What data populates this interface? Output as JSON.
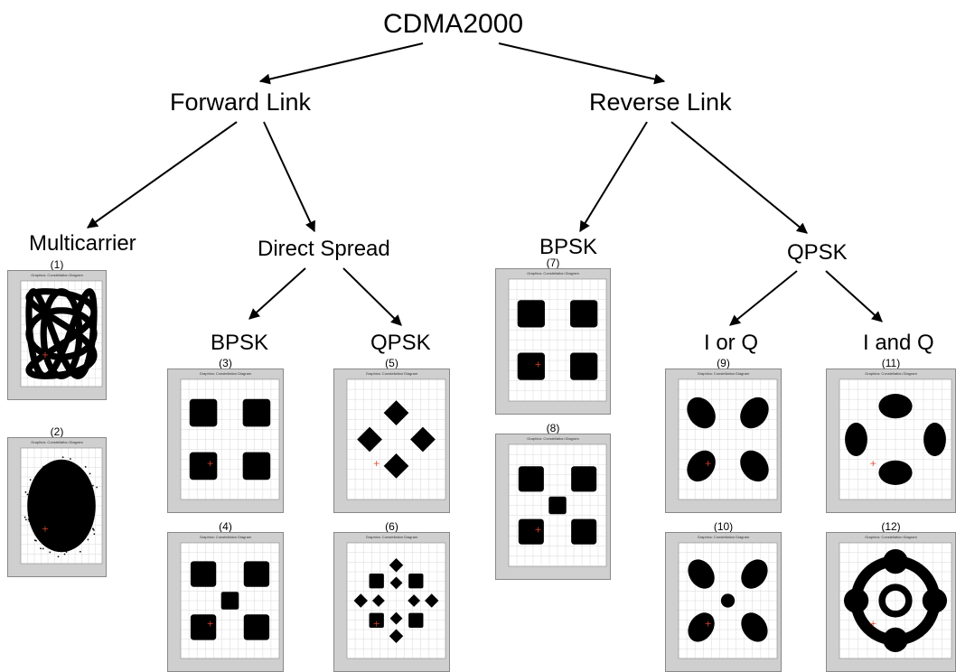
{
  "nodes": {
    "root": "CDMA2000",
    "forward_link": "Forward Link",
    "reverse_link": "Reverse Link",
    "multicarrier": "Multicarrier",
    "direct_spread": "Direct Spread",
    "fwd_bpsk": "BPSK",
    "fwd_qpsk": "QPSK",
    "rev_bpsk": "BPSK",
    "rev_qpsk": "QPSK",
    "i_or_q": "I or Q",
    "i_and_q": "I and Q"
  },
  "panel_title": "Graphics: Constellation Diagram",
  "panels": [
    {
      "number": "(1)",
      "pattern": "lissajous"
    },
    {
      "number": "(2)",
      "pattern": "noise-cloud"
    },
    {
      "number": "(3)",
      "pattern": "four-squares"
    },
    {
      "number": "(4)",
      "pattern": "four-squares-center"
    },
    {
      "number": "(5)",
      "pattern": "four-diamonds"
    },
    {
      "number": "(6)",
      "pattern": "diamond-rings"
    },
    {
      "number": "(7)",
      "pattern": "four-squares"
    },
    {
      "number": "(8)",
      "pattern": "four-squares-center"
    },
    {
      "number": "(9)",
      "pattern": "four-ovals"
    },
    {
      "number": "(10)",
      "pattern": "four-ovals-center"
    },
    {
      "number": "(11)",
      "pattern": "four-ovals-axis"
    },
    {
      "number": "(12)",
      "pattern": "ring"
    }
  ],
  "colors": {
    "arrow": "#000000",
    "plot_bg": "#ffffff",
    "frame": "#cfcfcf",
    "marker_red": "#e0402a",
    "marker_green": "#2aa84a"
  }
}
